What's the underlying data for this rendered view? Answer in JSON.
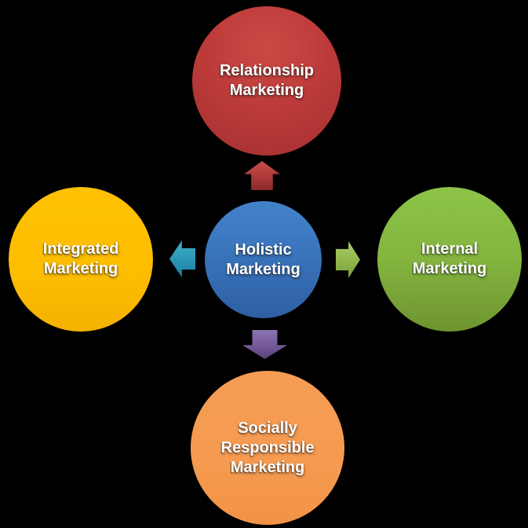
{
  "diagram": {
    "title": "Holistic Marketing",
    "background_color": "#000000",
    "text_color": "#ffffff",
    "center_node": {
      "label": "Holistic\nMarketing",
      "color_top": "#3e7bc4",
      "color_bottom": "#2e5fa3"
    },
    "nodes": {
      "top": {
        "label": "Relationship\nMarketing",
        "color_top": "#c5403c",
        "color_bottom": "#a33030"
      },
      "right": {
        "label": "Internal\nMarketing",
        "color_top": "#8dc348",
        "color_bottom": "#6e9430"
      },
      "bottom": {
        "label": "Socially\nResponsible\nMarketing",
        "color_top": "#f59d55",
        "color_bottom": "#f29347"
      },
      "left": {
        "label": "Integrated\nMarketing",
        "color_top": "#ffc103",
        "color_bottom": "#f5b100"
      }
    },
    "arrows": {
      "up": {
        "direction": "up",
        "color_top": "#c75046",
        "color_bottom": "#8c2a2d"
      },
      "right": {
        "direction": "right",
        "color_top": "#aacd69",
        "color_bottom": "#7ca03c"
      },
      "down": {
        "direction": "down",
        "color_top": "#8c74b4",
        "color_bottom": "#55426f"
      },
      "left": {
        "direction": "left",
        "color_top": "#3fb0c6",
        "color_bottom": "#1b7fa5"
      }
    }
  }
}
